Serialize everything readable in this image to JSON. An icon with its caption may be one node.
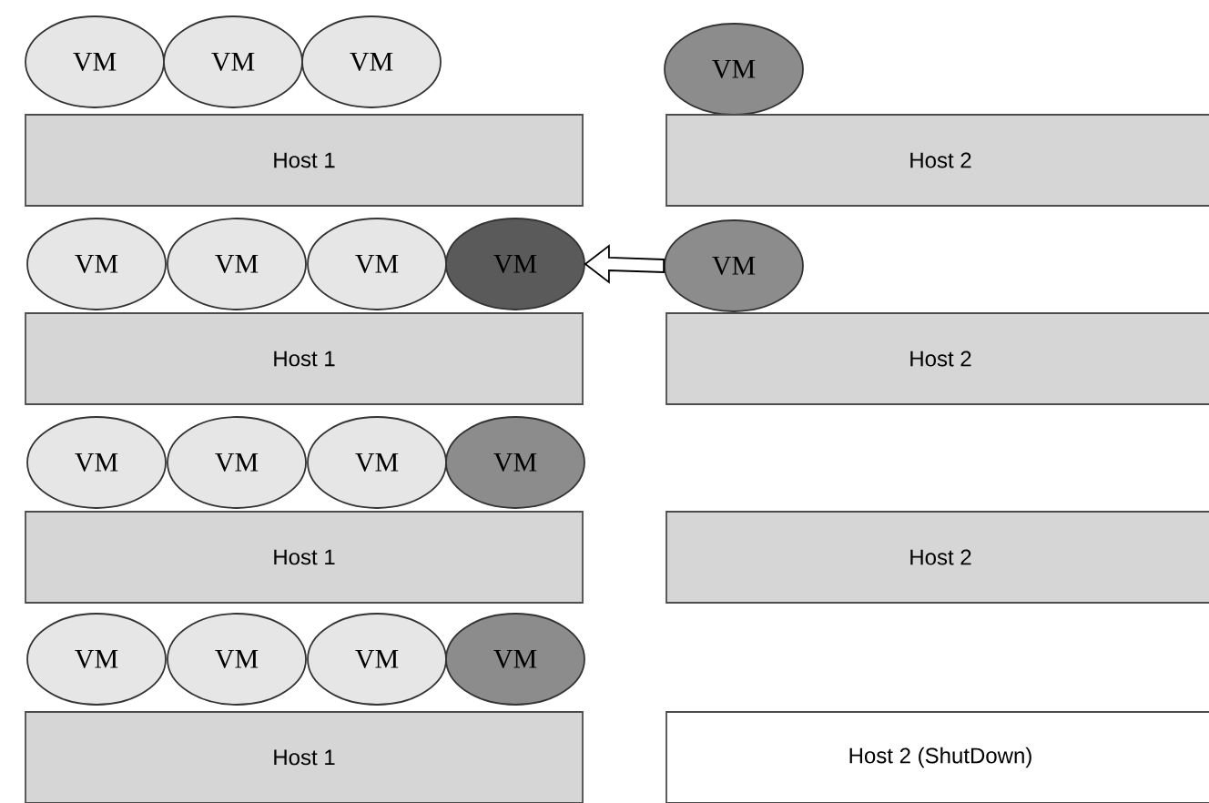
{
  "diagram": {
    "nodes": [
      {
        "text": [
          "VM"
        ]
      },
      {
        "text": [
          "VM"
        ]
      },
      {
        "text": [
          "VM"
        ]
      },
      {
        "text": [
          "VM"
        ]
      },
      {
        "text": [
          "Host 1"
        ]
      },
      {
        "text": [
          "Host 2"
        ]
      },
      {
        "text": [
          "VM"
        ]
      },
      {
        "text": [
          "VM"
        ]
      },
      {
        "text": [
          "VM"
        ]
      },
      {
        "text": [
          "VM"
        ]
      },
      {
        "text": [
          "VM"
        ]
      },
      {
        "text": [
          "Host 1"
        ]
      },
      {
        "text": [
          "Host 2"
        ]
      },
      {
        "text": [
          "VM"
        ]
      },
      {
        "text": [
          "VM"
        ]
      },
      {
        "text": [
          "VM"
        ]
      },
      {
        "text": [
          "VM"
        ]
      },
      {
        "text": [
          "Host 1"
        ]
      },
      {
        "text": [
          "Host 2"
        ]
      },
      {
        "text": [
          "VM"
        ]
      },
      {
        "text": [
          "VM"
        ]
      },
      {
        "text": [
          "VM"
        ]
      },
      {
        "text": [
          "VM"
        ]
      },
      {
        "text": [
          "Host 1"
        ]
      },
      {
        "text": [
          "Host 2 (ShutDown)"
        ]
      }
    ],
    "edges": [
      {
        "from": 10,
        "to": 9,
        "arrow": "to"
      }
    ]
  }
}
